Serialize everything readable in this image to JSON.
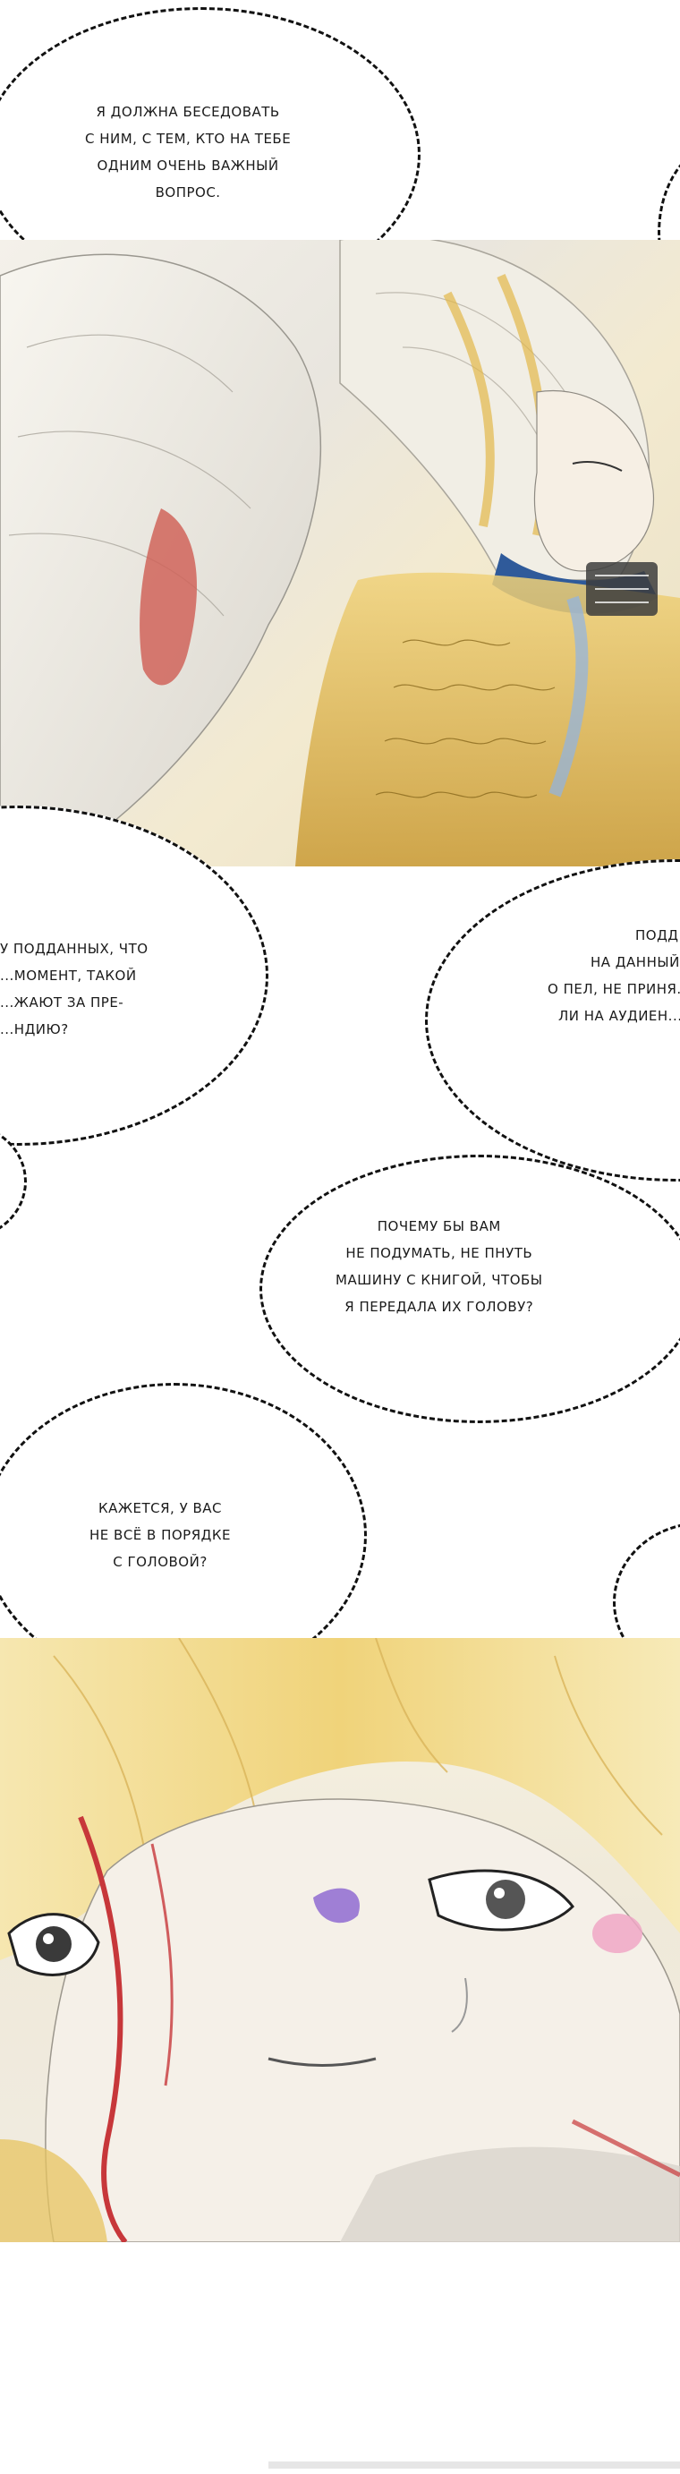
{
  "bubbles": [
    {
      "lines": [
        "Я должна беседовать",
        "с ним, с тем, кто на тебе",
        "одним очень важный",
        "вопрос."
      ]
    },
    {
      "lines": [
        "у подданных, что",
        "...момент, такой",
        "...жают за пре-",
        "...ндию?"
      ]
    },
    {
      "lines": [
        "Подд...",
        "на данный...",
        "о пел, не приня...",
        "ли на аудиен..."
      ]
    },
    {
      "lines": [
        "Почему бы вам",
        "не подумать, не пнуть",
        "машину с книгой, чтобы",
        "я передала их голову?"
      ]
    },
    {
      "lines": [
        "Кажется, у вас",
        "не всё в порядке",
        "с головой?"
      ]
    }
  ],
  "panels": [
    {
      "name": "panel-1",
      "description_colors": {
        "hair": "#ede9dc",
        "gold": "#e0b84a",
        "red": "#c9524a",
        "blue": "#2f5a9a"
      }
    },
    {
      "name": "panel-2",
      "description_colors": {
        "hair": "#f1d98a",
        "gold": "#e6c25a",
        "red": "#c7373a",
        "eye": "#7a55c2"
      }
    }
  ]
}
